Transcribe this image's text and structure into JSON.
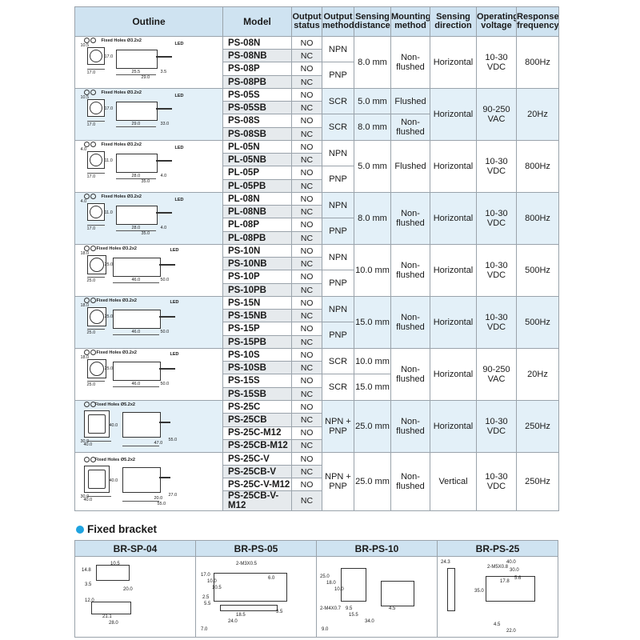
{
  "headers": {
    "outline": "Outline",
    "model": "Model",
    "output_status": "Output status",
    "output_method": "Output method",
    "sensing_distance": "Sensing distance",
    "mounting_method": "Mounting method",
    "sensing_direction": "Sensing direction",
    "operating_voltage": "Operating voltage",
    "response_frequency": "Response frequency"
  },
  "groups": [
    {
      "models": [
        [
          "PS-08N",
          "NO"
        ],
        [
          "PS-08NB",
          "NC"
        ],
        [
          "PS-08P",
          "NO"
        ],
        [
          "PS-08PB",
          "NC"
        ]
      ],
      "methods": [
        "NPN",
        "PNP"
      ],
      "distances": [
        "8.0 mm"
      ],
      "mounting": [
        "Non- flushed"
      ],
      "direction": "Horizontal",
      "voltage": "10-30 VDC",
      "frequency": "800Hz",
      "outline": {
        "holes": "Fixed Holes Ø3.2x2",
        "led": "LED",
        "dims": [
          "10.5",
          "17.0",
          "17.0",
          "25.5",
          "3.5",
          "29.0"
        ]
      }
    },
    {
      "models": [
        [
          "PS-05S",
          "NO"
        ],
        [
          "PS-05SB",
          "NC"
        ],
        [
          "PS-08S",
          "NO"
        ],
        [
          "PS-08SB",
          "NC"
        ]
      ],
      "methods": [
        "SCR",
        "SCR"
      ],
      "distances": [
        "5.0 mm",
        "8.0 mm"
      ],
      "mounting": [
        "Flushed",
        "Non- flushed"
      ],
      "direction": "Horizontal",
      "voltage": "90-250 VAC",
      "frequency": "20Hz",
      "outline": {
        "holes": "Fixed Holes Ø3.2x2",
        "led": "LED",
        "dims": [
          "10.5",
          "17.0",
          "17.0",
          "29.0",
          "33.0"
        ]
      }
    },
    {
      "models": [
        [
          "PL-05N",
          "NO"
        ],
        [
          "PL-05NB",
          "NC"
        ],
        [
          "PL-05P",
          "NO"
        ],
        [
          "PL-05PB",
          "NC"
        ]
      ],
      "methods": [
        "NPN",
        "PNP"
      ],
      "distances": [
        "5.0 mm"
      ],
      "mounting": [
        "Flushed"
      ],
      "direction": "Horizontal",
      "voltage": "10-30 VDC",
      "frequency": "800Hz",
      "outline": {
        "holes": "Fixed Holes Ø3.2x2",
        "led": "LED",
        "dims": [
          "4.0",
          "11.0",
          "17.0",
          "28.0",
          "4.0",
          "35.0"
        ]
      }
    },
    {
      "models": [
        [
          "PL-08N",
          "NO"
        ],
        [
          "PL-08NB",
          "NC"
        ],
        [
          "PL-08P",
          "NO"
        ],
        [
          "PL-08PB",
          "NC"
        ]
      ],
      "methods": [
        "NPN",
        "PNP"
      ],
      "distances": [
        "8.0 mm"
      ],
      "mounting": [
        "Non- flushed"
      ],
      "direction": "Horizontal",
      "voltage": "10-30 VDC",
      "frequency": "800Hz",
      "outline": {
        "holes": "Fixed Holes Ø3.2x2",
        "led": "LED",
        "dims": [
          "4.0",
          "11.0",
          "17.0",
          "28.0",
          "4.0",
          "35.0"
        ]
      }
    },
    {
      "models": [
        [
          "PS-10N",
          "NO"
        ],
        [
          "PS-10NB",
          "NC"
        ],
        [
          "PS-10P",
          "NO"
        ],
        [
          "PS-10PB",
          "NC"
        ]
      ],
      "methods": [
        "NPN",
        "PNP"
      ],
      "distances": [
        "10.0 mm"
      ],
      "mounting": [
        "Non- flushed"
      ],
      "direction": "Horizontal",
      "voltage": "10-30 VDC",
      "frequency": "500Hz",
      "outline": {
        "holes": "Fixed Holes Ø3.2x2",
        "led": "LED",
        "dims": [
          "18.0",
          "25.0",
          "25.0",
          "46.0",
          "50.0"
        ]
      }
    },
    {
      "models": [
        [
          "PS-15N",
          "NO"
        ],
        [
          "PS-15NB",
          "NC"
        ],
        [
          "PS-15P",
          "NO"
        ],
        [
          "PS-15PB",
          "NC"
        ]
      ],
      "methods": [
        "NPN",
        "PNP"
      ],
      "distances": [
        "15.0 mm"
      ],
      "mounting": [
        "Non- flushed"
      ],
      "direction": "Horizontal",
      "voltage": "10-30 VDC",
      "frequency": "500Hz",
      "outline": {
        "holes": "Fixed Holes Ø3.2x2",
        "led": "LED",
        "dims": [
          "18.0",
          "25.0",
          "25.0",
          "46.0",
          "50.0"
        ]
      }
    },
    {
      "models": [
        [
          "PS-10S",
          "NO"
        ],
        [
          "PS-10SB",
          "NC"
        ],
        [
          "PS-15S",
          "NO"
        ],
        [
          "PS-15SB",
          "NC"
        ]
      ],
      "methods": [
        "SCR",
        "SCR"
      ],
      "distances": [
        "10.0 mm",
        "15.0 mm"
      ],
      "mounting": [
        "Non- flushed"
      ],
      "direction": "Horizontal",
      "voltage": "90-250 VAC",
      "frequency": "20Hz",
      "outline": {
        "holes": "Fixed Holes Ø3.2x2",
        "led": "LED",
        "dims": [
          "18.0",
          "25.0",
          "25.0",
          "46.0",
          "50.0"
        ]
      }
    },
    {
      "models": [
        [
          "PS-25C",
          "NO"
        ],
        [
          "PS-25CB",
          "NC"
        ],
        [
          "PS-25C-M12",
          "NO"
        ],
        [
          "PS-25CB-M12",
          "NC"
        ]
      ],
      "methods": [
        "NPN + PNP"
      ],
      "distances": [
        "25.0 mm"
      ],
      "mounting": [
        "Non- flushed"
      ],
      "direction": "Horizontal",
      "voltage": "10-30 VDC",
      "frequency": "250Hz",
      "outline": {
        "holes": "Fixed Holes Ø5.2x2",
        "led": "",
        "dims": [
          "30.0",
          "40.0",
          "40.0",
          "47.0",
          "55.0"
        ]
      }
    },
    {
      "models": [
        [
          "PS-25C-V",
          "NO"
        ],
        [
          "PS-25CB-V",
          "NC"
        ],
        [
          "PS-25C-V-M12",
          "NO"
        ],
        [
          "PS-25CB-V-M12",
          "NC"
        ]
      ],
      "methods": [
        "NPN + PNP"
      ],
      "distances": [
        "25.0 mm"
      ],
      "mounting": [
        "Non- flushed"
      ],
      "direction": "Vertical",
      "voltage": "10-30 VDC",
      "frequency": "250Hz",
      "outline": {
        "holes": "Fixed Holes Ø5.2x2",
        "led": "",
        "dims": [
          "30.0",
          "40.0",
          "40.0",
          "20.0",
          "27.0",
          "55.0"
        ]
      }
    }
  ],
  "fixed_bracket": {
    "title": "Fixed bracket",
    "items": [
      {
        "name": "BR-SP-04",
        "dims": [
          "14.8",
          "10.5",
          "3.5",
          "20.0",
          "12.0",
          "21.1",
          "28.0"
        ]
      },
      {
        "name": "BR-PS-05",
        "dims": [
          "2-M3X0.5",
          "17.0",
          "10.0",
          "10.5",
          "6.0",
          "2.5",
          "5.5",
          "18.5",
          "24.0",
          "3.5",
          "7.0"
        ]
      },
      {
        "name": "BR-PS-10",
        "dims": [
          "25.0",
          "18.0",
          "10.0",
          "2-M4X0.7",
          "9.5",
          "15.5",
          "4.5",
          "34.0",
          "9.0"
        ]
      },
      {
        "name": "BR-PS-25",
        "dims": [
          "24.3",
          "40.0",
          "30.0",
          "2-M5X0.8",
          "17.8",
          "5.6",
          "35.0",
          "4.5",
          "22.0"
        ]
      }
    ]
  }
}
